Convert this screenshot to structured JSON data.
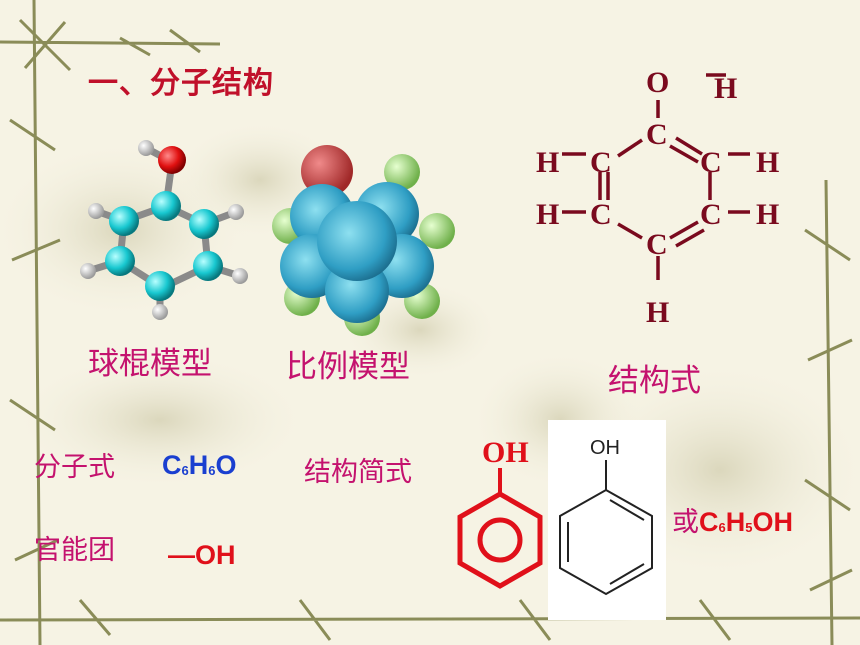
{
  "title": "一、分子结构",
  "models": {
    "ball_stick_caption": "球棍模型",
    "space_filling_caption": "比例模型",
    "structural_caption": "结构式"
  },
  "structural_formula": {
    "atoms": [
      "O",
      "H",
      "C",
      "H",
      "C",
      "C",
      "H",
      "H",
      "C",
      "C",
      "H",
      "C",
      "H"
    ]
  },
  "molecular_formula": {
    "label": "分子式",
    "c": "C",
    "n1": "6",
    "h": "H",
    "n2": "6",
    "o": "O"
  },
  "simplified_formula": {
    "label": "结构简式",
    "oh_red": "OH",
    "oh_skeletal": "OH",
    "alt_prefix": "或",
    "alt_c": "C",
    "alt_n1": "6",
    "alt_h": "H",
    "alt_n2": "5",
    "alt_oh": "OH"
  },
  "functional_group": {
    "label": "官能团",
    "value": "—OH"
  },
  "colors": {
    "title": "#c0102a",
    "caption": "#c4126e",
    "formula_blue": "#1a3fd0",
    "formula_red": "#e0101a",
    "structure": "#7a0a1e"
  }
}
